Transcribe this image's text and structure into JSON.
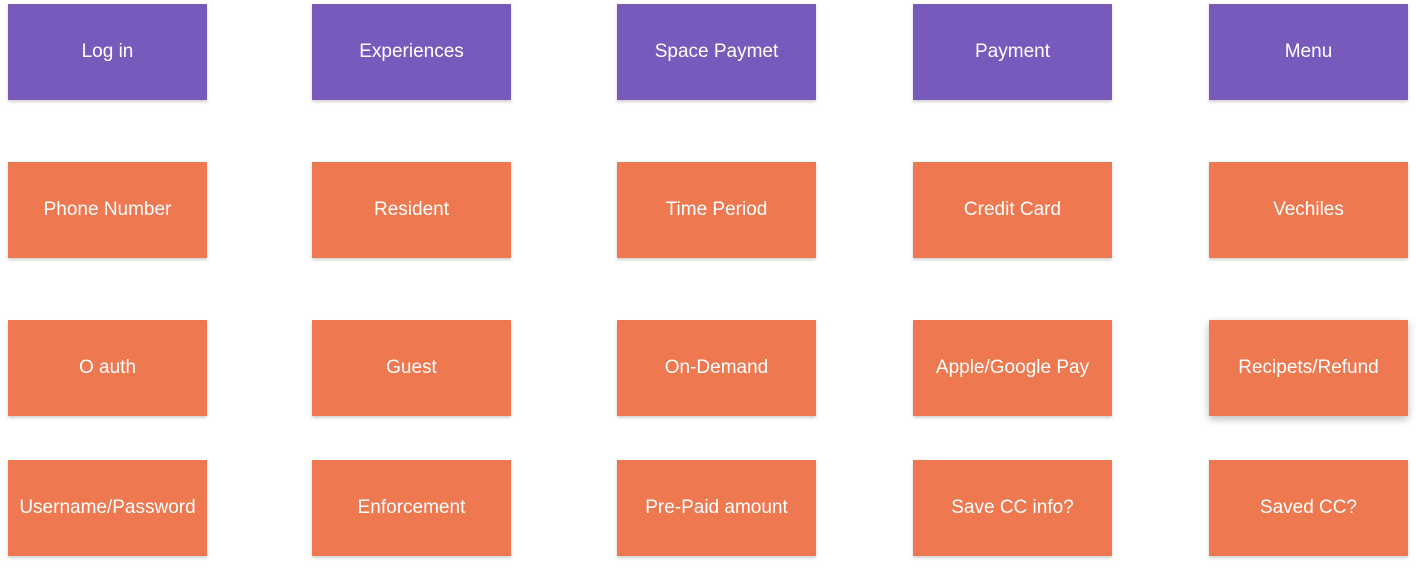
{
  "colors": {
    "header": "#785abd",
    "item": "#ee7850",
    "text": "#ffffff"
  },
  "headers": {
    "login": "Log in",
    "experiences": "Experiences",
    "space_payment": "Space Paymet",
    "payment": "Payment",
    "menu": "Menu"
  },
  "login": [
    "Phone Number",
    "O auth",
    "Username/Password"
  ],
  "experiences": [
    "Resident",
    "Guest",
    "Enforcement"
  ],
  "space_payment": [
    "Time Period",
    "On-Demand",
    "Pre-Paid amount"
  ],
  "payment": [
    "Credit Card",
    "Apple/Google Pay",
    "Save CC info?"
  ],
  "menu": [
    "Vechiles",
    "Recipets/Refund",
    "Saved CC?"
  ]
}
